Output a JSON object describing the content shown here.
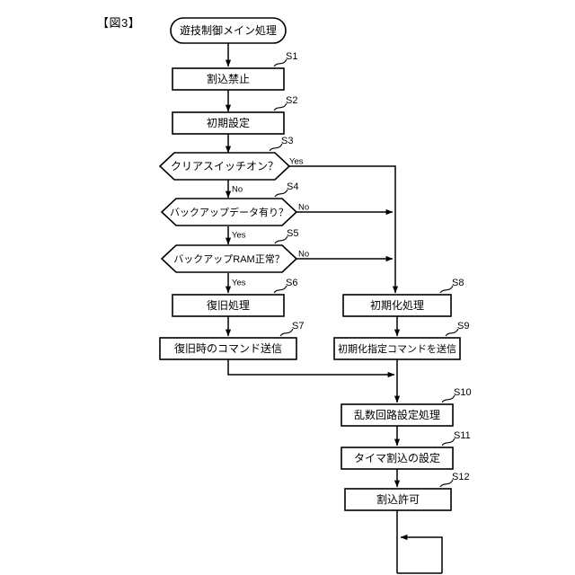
{
  "figure": {
    "label": "【図3】",
    "title": "遊技制御メイン処理"
  },
  "nodes": {
    "start": {
      "text": "遊技制御メイン処理",
      "shape": "terminator"
    },
    "s1": {
      "step": "S1",
      "text": "割込禁止",
      "shape": "process"
    },
    "s2": {
      "step": "S2",
      "text": "初期設定",
      "shape": "process"
    },
    "s3": {
      "step": "S3",
      "text": "クリアスイッチオン？",
      "shape": "decision",
      "yes": "Yes",
      "no": "No"
    },
    "s4": {
      "step": "S4",
      "text": "バックアップデータ有り？",
      "shape": "decision",
      "yes": "Yes",
      "no": "No"
    },
    "s5": {
      "step": "S5",
      "text": "バックアップRAM正常？",
      "shape": "decision",
      "yes": "Yes",
      "no": "No"
    },
    "s6": {
      "step": "S6",
      "text": "復旧処理",
      "shape": "process"
    },
    "s7": {
      "step": "S7",
      "text": "復旧時のコマンド送信",
      "shape": "process"
    },
    "s8": {
      "step": "S8",
      "text": "初期化処理",
      "shape": "process"
    },
    "s9": {
      "step": "S9",
      "text": "初期化指定コマンドを送信",
      "shape": "process"
    },
    "s10": {
      "step": "S10",
      "text": "乱数回路設定処理",
      "shape": "process"
    },
    "s11": {
      "step": "S11",
      "text": "タイマ割込の設定",
      "shape": "process"
    },
    "s12": {
      "step": "S12",
      "text": "割込許可",
      "shape": "process"
    }
  },
  "branch_labels": {
    "s3_yes": "Yes",
    "s3_no": "No",
    "s4_no": "No",
    "s4_yes": "Yes",
    "s5_no": "No",
    "s5_yes": "Yes"
  },
  "colors": {
    "stroke": "#000000",
    "fill": "#ffffff",
    "background": "#ffffff"
  }
}
